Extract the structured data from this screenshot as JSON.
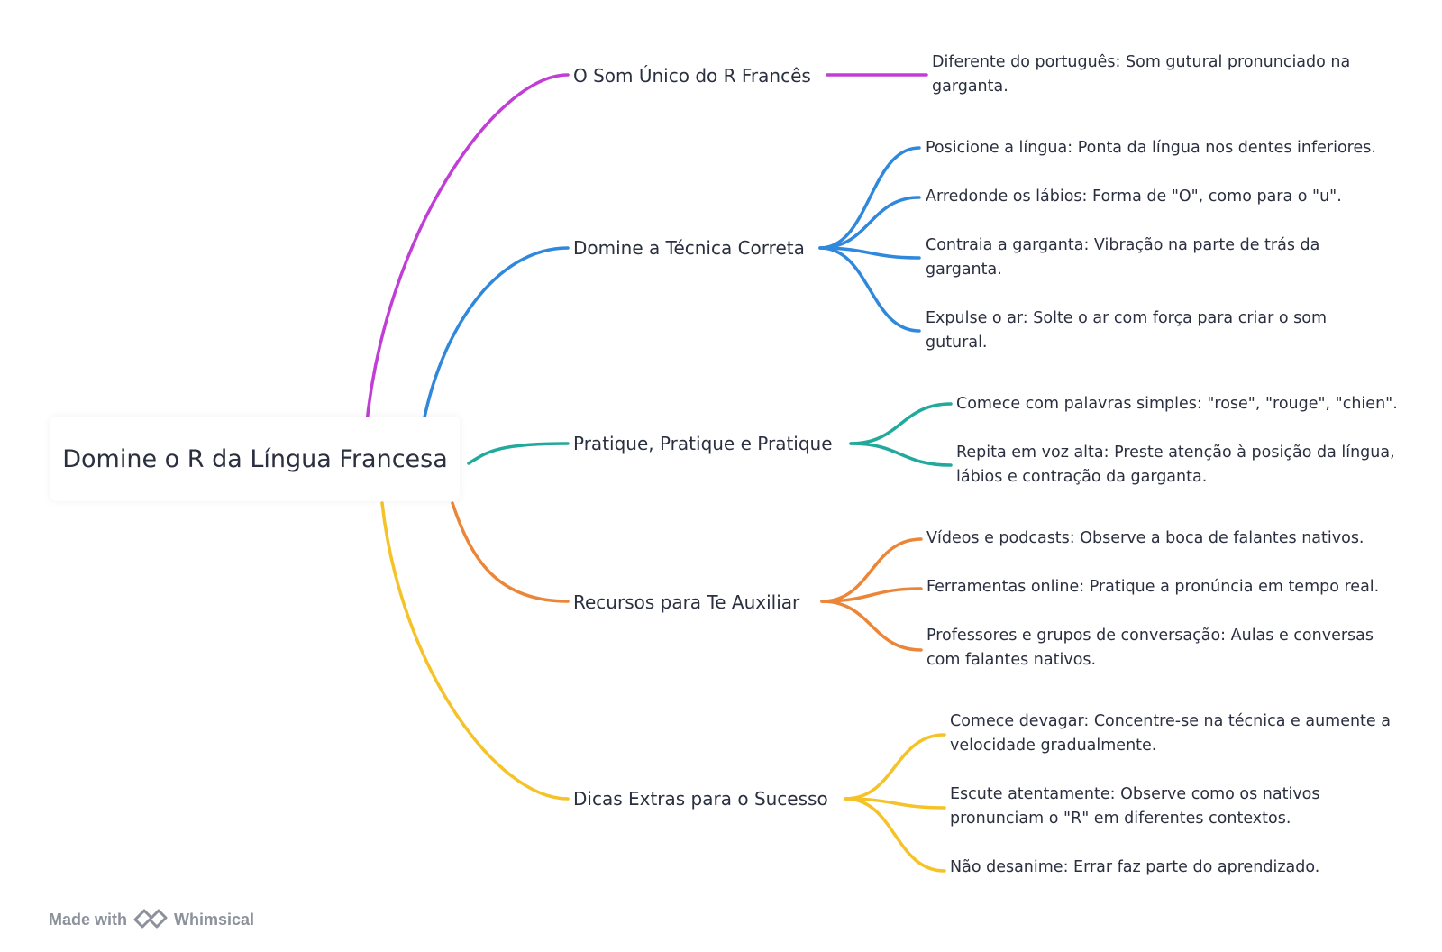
{
  "root": {
    "label": "Domine o R da Língua Francesa"
  },
  "branches": [
    {
      "label": "O Som Único do R Francês",
      "color": "#c13ed6",
      "leaves": [
        {
          "lines": [
            "Diferente do português: Som gutural pronunciado na",
            "garganta."
          ]
        }
      ]
    },
    {
      "label": "Domine a Técnica Correta",
      "color": "#2f88db",
      "leaves": [
        {
          "lines": [
            "Posicione a língua: Ponta da língua nos dentes inferiores."
          ]
        },
        {
          "lines": [
            "Arredonde os lábios: Forma de \"O\", como para o \"u\"."
          ]
        },
        {
          "lines": [
            "Contraia a garganta: Vibração na parte de trás da",
            "garganta."
          ]
        },
        {
          "lines": [
            "Expulse o ar: Solte o ar com força para criar o som",
            "gutural."
          ]
        }
      ]
    },
    {
      "label": "Pratique, Pratique e Pratique",
      "color": "#21a99b",
      "leaves": [
        {
          "lines": [
            "Comece com palavras simples: \"rose\", \"rouge\", \"chien\"."
          ]
        },
        {
          "lines": [
            "Repita em voz alta: Preste atenção à posição da língua,",
            "lábios e contração da garganta."
          ]
        }
      ]
    },
    {
      "label": "Recursos para Te Auxiliar",
      "color": "#eb8638",
      "leaves": [
        {
          "lines": [
            "Vídeos e podcasts: Observe a boca de falantes nativos."
          ]
        },
        {
          "lines": [
            "Ferramentas online: Pratique a pronúncia em tempo real."
          ]
        },
        {
          "lines": [
            "Professores e grupos de conversação: Aulas e conversas",
            "com falantes nativos."
          ]
        }
      ]
    },
    {
      "label": "Dicas Extras para o Sucesso",
      "color": "#f5c228",
      "leaves": [
        {
          "lines": [
            "Comece devagar: Concentre-se na técnica e aumente a",
            "velocidade gradualmente."
          ]
        },
        {
          "lines": [
            "Escute atentamente: Observe como os nativos",
            "pronunciam o \"R\" em diferentes contextos."
          ]
        },
        {
          "lines": [
            "Não desanime: Errar faz parte do aprendizado."
          ]
        }
      ]
    }
  ],
  "footer": {
    "made_with": "Made with",
    "brand": "Whimsical",
    "logo_icon": "whimsical-logo-icon"
  }
}
